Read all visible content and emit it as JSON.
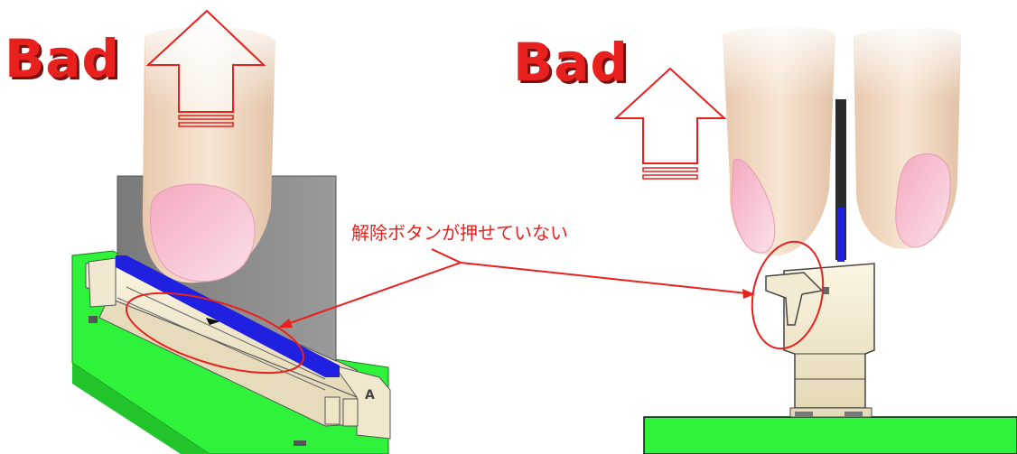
{
  "labels": {
    "bad_left": "Bad",
    "bad_right": "Bad",
    "callout": "解除ボタンが押せていない"
  },
  "colors": {
    "bad_text": "#e8211e",
    "callout_text": "#e8211e",
    "annotation_red": "#e8211e",
    "pcb_green": "#2ff23a",
    "connector_beige": "#f2ead0",
    "fpc_grey": "#8a8a8a",
    "fpc_blue": "#2020e0",
    "finger_skin": "#f4dcc4",
    "fingernail_pink": "#f5b4c8"
  },
  "icons": {
    "arrow_left": "up-outline-arrow-icon",
    "arrow_right": "up-outline-arrow-icon"
  }
}
